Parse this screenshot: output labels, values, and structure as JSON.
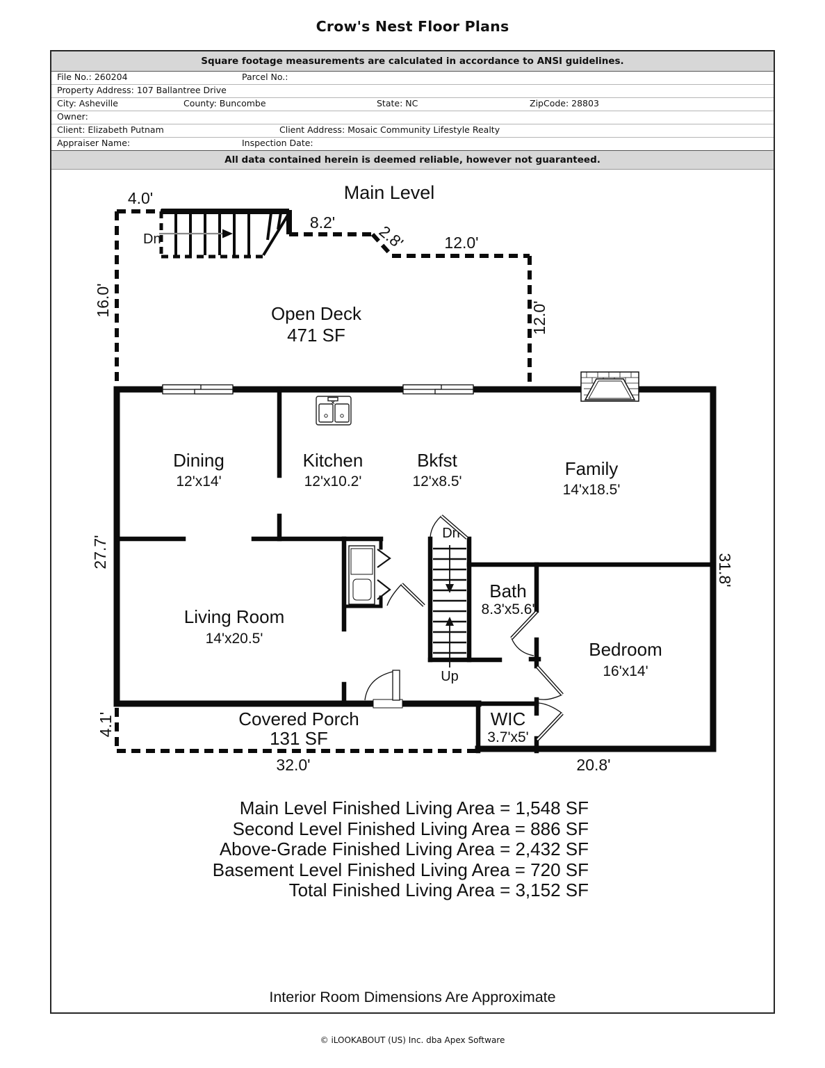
{
  "page_title": "Crow's Nest Floor Plans",
  "header": {
    "banner_top": "Square footage measurements are calculated in accordance to ANSI guidelines.",
    "rows": {
      "file_no": "File No.: 260204",
      "parcel_no": "Parcel No.:",
      "property_address": "Property Address: 107 Ballantree Drive",
      "city": "City: Asheville",
      "county": "County: Buncombe",
      "state": "State: NC",
      "zipcode": "ZipCode: 28803",
      "owner": "Owner:",
      "client": "Client: Elizabeth Putnam",
      "client_address": "Client Address: Mosaic Community Lifestyle Realty",
      "appraiser": "Appraiser Name:",
      "inspection": "Inspection Date:"
    },
    "banner_bottom": "All data contained herein is deemed reliable, however not guaranteed."
  },
  "plan": {
    "title": "Main Level",
    "rooms": {
      "dining": {
        "name": "Dining",
        "size": "12'x14'"
      },
      "kitchen": {
        "name": "Kitchen",
        "size": "12'x10.2'"
      },
      "bkfst": {
        "name": "Bkfst",
        "size": "12'x8.5'"
      },
      "family": {
        "name": "Family",
        "size": "14'x18.5'"
      },
      "living": {
        "name": "Living Room",
        "size": "14'x20.5'"
      },
      "bath": {
        "name": "Bath",
        "size": "8.3'x5.6'"
      },
      "bedroom": {
        "name": "Bedroom",
        "size": "16'x14'"
      },
      "wic": {
        "name": "WIC",
        "size": "3.7'x5'"
      }
    },
    "outdoor": {
      "deck": {
        "name": "Open Deck",
        "area": "471 SF"
      },
      "porch": {
        "name": "Covered Porch",
        "area": "131 SF"
      }
    },
    "stairs": {
      "deck_down": "Dn",
      "down": "Dn",
      "up": "Up"
    },
    "dims": {
      "deck_width": "4.0'",
      "deck_seg1": "8.2'",
      "deck_seg2": "2.8'",
      "deck_seg3": "12.0'",
      "deck_left": "16.0'",
      "deck_right": "12.0'",
      "main_left": "27.7'",
      "porch_left": "4.1'",
      "bottom_left": "32.0'",
      "bottom_right": "20.8'",
      "main_right": "31.8'"
    }
  },
  "summary": {
    "lines": [
      "Main Level Finished Living Area = 1,548 SF",
      "Second Level Finished Living Area = 886 SF",
      "Above-Grade Finished Living Area = 2,432 SF",
      "Basement Level Finished Living Area = 720 SF",
      "Total Finished Living Area = 3,152 SF"
    ]
  },
  "disclaimer": "Interior Room Dimensions Are Approximate",
  "footer": "© iLOOKABOUT (US) Inc. dba Apex Software"
}
